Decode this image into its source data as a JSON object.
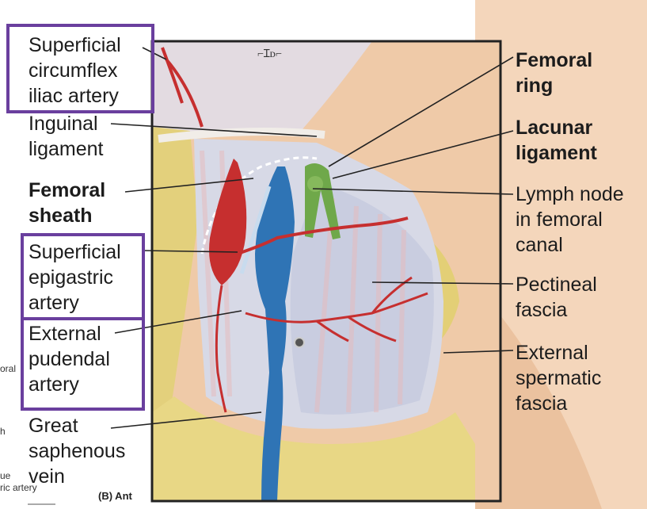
{
  "labels": {
    "sup_circumflex": [
      "Superficial",
      "circumflex",
      "iliac artery"
    ],
    "inguinal_ligament": [
      "Inguinal",
      "ligament"
    ],
    "femoral_sheath": [
      "Femoral",
      "sheath"
    ],
    "sup_epigastric": [
      "Superficial",
      "epigastric",
      "artery"
    ],
    "ext_pudendal": [
      "External",
      "pudendal",
      "artery"
    ],
    "great_saphenous": [
      "Great",
      "saphenous",
      "vein"
    ],
    "femoral_ring": [
      "Femoral",
      "ring"
    ],
    "lacunar_ligament": [
      "Lacunar",
      "ligament"
    ],
    "lymph_node": [
      "Lymph node",
      "in femoral",
      "canal"
    ],
    "pectineal_fascia": [
      "Pectineal",
      "fascia"
    ],
    "ext_spermatic": [
      "External",
      "spermatic",
      "fascia"
    ]
  },
  "cut_off_labels": [
    "oral",
    "h",
    "ue",
    "ric artery"
  ],
  "caption": "(B) Ant",
  "colors": {
    "highlight_box": "#6a3f9e",
    "artery": "#c62f2f",
    "vein": "#2f74b5",
    "lymph": "#6fa84a",
    "fat": "#e6d27a",
    "fascia": "#cfd3e3",
    "skin": "#f0c8a4",
    "leader_line": "#222222"
  }
}
